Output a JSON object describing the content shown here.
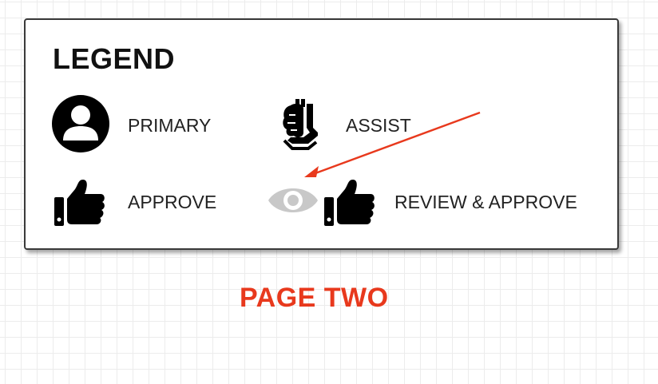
{
  "legend": {
    "title": "LEGEND",
    "items": [
      {
        "label": "PRIMARY",
        "icon": "person-icon"
      },
      {
        "label": "ASSIST",
        "icon": "hand-holding-icon"
      },
      {
        "label": "APPROVE",
        "icon": "thumbs-up-icon"
      },
      {
        "label": "REVIEW & APPROVE",
        "icon": "eye-icon + thumbs-up-icon"
      }
    ]
  },
  "page_label": "PAGE TWO",
  "colors": {
    "icon_dark": "#000000",
    "eye_icon": "#c8c8c8",
    "annotation": "#e8391d",
    "card_border": "#3a3a3a"
  }
}
